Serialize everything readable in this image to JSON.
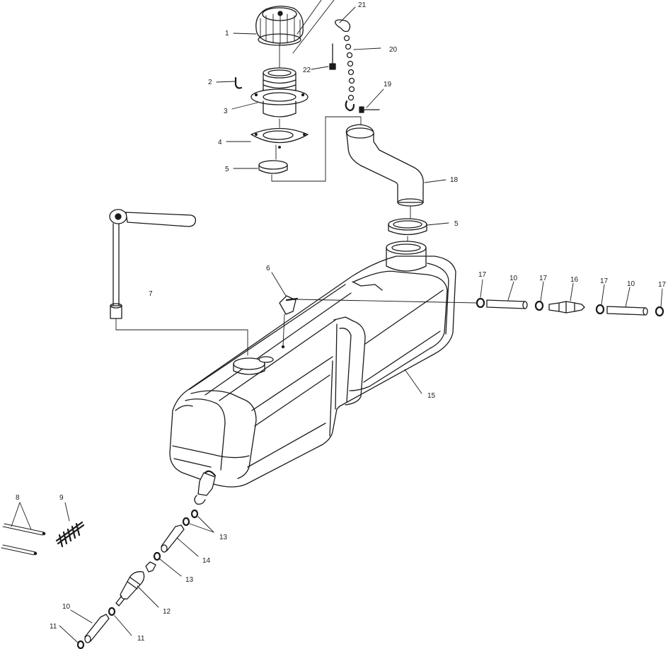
{
  "callouts": {
    "c1": "1",
    "c2": "2",
    "c3": "3",
    "c4": "4",
    "c5_top": "5",
    "c5_right": "5",
    "c6": "6",
    "c7": "7",
    "c8": "8",
    "c9": "9",
    "c10_upper_left": "10",
    "c10_upper_right": "10",
    "c10_lower": "10",
    "c11_left": "11",
    "c11_right": "11",
    "c12": "12",
    "c13_upper": "13",
    "c13_lower": "13",
    "c14": "14",
    "c15": "15",
    "c16": "16",
    "c17_a": "17",
    "c17_b": "17",
    "c17_c": "17",
    "c17_d": "17",
    "c18": "18",
    "c19": "19",
    "c20": "20",
    "c21": "21",
    "c22": "22"
  }
}
